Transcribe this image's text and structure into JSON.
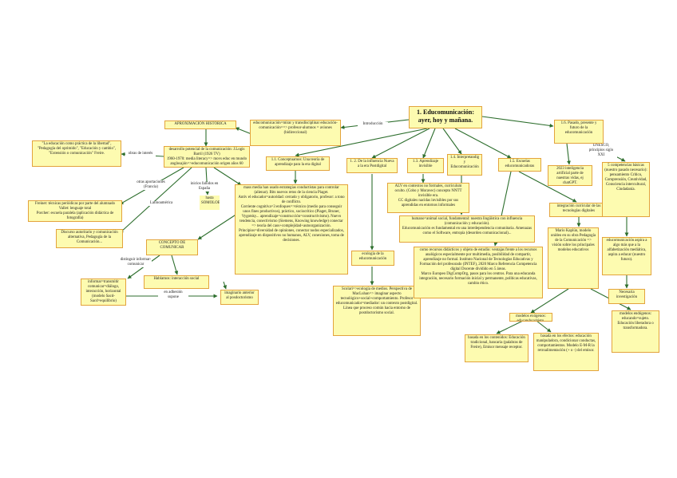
{
  "nodes": {
    "main": "1. Educomunicación: ayer, hoy y mañana.",
    "aprox": "APROXIMACIÓN HISTÓRICA",
    "educom_def": "educomunicación=mirar y transdisciplinar educación-comunicación==> profesor-alumnos = aviones (bidireccional)",
    "hist": "desarrollo potencial de la comunicación: J.Logis Barril (1926 TV)\n1960-1970: media literacy=> movs educ en mundo anglosajón=>educomunicación origen años 60",
    "educacion_critica": "\"La educación como práctica de la libertad\", \"Pedagogía del oprimido\", \"Educación y cambio\", \"Extensión o comunicación\" Freire.",
    "freinet": "Freinet: técnicas periódicas por parte del alumnado\nVallet: lenguaje total\nPorcher: escuela paralela (aplicación didáctica de fotografía)",
    "kaplun": "Discurso autoritario y comunicación alternativa, Pedagogía de la Comunicación...",
    "concepto": "CONCEPTO DE COMUNICAR",
    "informar": "informar=transmitir\ncomunicar=diálogo, interacción, horizontal (modelo Sacd-Sacd=equilibrio)",
    "hablamos": "Hablamos: interacción social",
    "imaginario": "imaginario anterior al posdoctorismo",
    "espana": "hasta SOMOLOE",
    "concept_trans": "1.1. Conceptuamos: Una teoría de aprendizaje para la era digital",
    "transmedia": "mass media han usado estrategias conductistas para controlar (alienar). Bits nuevos retos de la ciencia Piaget.\nAntiv el educador=autoridad: cerrado y obligatorio, profesor: a tono de conflicto.\nCorriente cognitiva=3 enfoques=>técnico (medio para conseguir unos fines productivos), práctico, sociocrítico (Piaget, Bruner, Vygotsky... aprendizaje=construcción=constructivismo). Nuevo tendencia, conectivismo (Siemens, Knowing knowledge) conectar => teoría del caos+complejidad+autoorganización.\nPrincipios=diversidad de opiniones, conectar nodos especializados, aprendizaje en dispositivos no humanos, ALV, conexiones, toma de decisiones.",
    "influencia": "1. 2. De la influencia Nueva a la era Postdigital",
    "ecologia": "ecología de la educomunicación",
    "scolari": "Scolari=>ecología de medios. Perspectiva de MacLuhan=> imaginar aspecto tecnológico+social+comportamiento. Profesor educomunicador=mediador: un contexto postdigital.\nLínea que proceso común hacia entorno de postdoctorismo social.",
    "aprendizaje": "1.3. Aprendizaje invisible",
    "alv": "ALV en contextos no formales, curriculum oculto. (Cobo y Moravec) concepto NNTT invisible era.\nCC digitales nacidas invisibles por sus aprendidas en entornos informales",
    "interp": "1.4. Interpretandig y Educomunicación",
    "humano": "humano=animal social, fundamental: nuestra lingüística con influencia (comunicación y educación).\nEducomunicación es fundamental en una interdependencia comunitaria. Amenazas como el Software, entropía (desorden comunicacional)...",
    "escuelas": "1.5. Escuelas educomunicadoras",
    "recursos": "como recursos didácticos y objeto de estudio: ventajas frente a los recursos analógicos especialmente por multimedia, posibilidad de compartir, aprendizaje no formal. Instituto Nacional de Tecnologías Educativas y Formación del profesorado (INTEF), 2020 Marco Referencia Competencia digital Docente dividido en 5 áreas.\nMarco Europeo DigCompOrg, pasos para los centros. Para una educanda integración, necesario formación inicial y permanente, políticas educativas, cambio ético.",
    "integracion": "integración curricular de las tecnologías digitales",
    "pasado": "1.6. Pasado, presente y futuro de la educomunicación",
    "ia": "2023 inteligencia artificial parte de nuestras vidas, ej chatGPT.",
    "unesco_lbl": "UNESCO, principios siglo XXI",
    "competencias": "5 competencias básicas (nuestro pasado necesario): pensamiento Crítico, Comprensión, Creatividad, Consciencia intercultural, Ciudadanía.",
    "kaplun_modelos": "Mario Kaplún, modelo onídeo en su obra Pedagogía de la Comunicación => visión sobre los principales modelos educativos",
    "educomunicacion_fin": "educomunicación aspira a algo más que a la alfabetización mediática, aspira a educar (nuestro futuro).",
    "necesaria": "Necesaria investigación",
    "modelos_exogenos": "modelos exógenos: educando=objeto.",
    "contenidos": "basada en los contenidos: Educación tradicional, bancaria (palabras de Freire), Emisor mensaje receptor.",
    "efectos": "basada en los efectos: educación manipuladora, condicionar conductas, comportamientos. Modelo E-M-R la retroalimentación (+ o -) del emisor.",
    "endogenos": "modelos endógenos: educando=sujeto. Educación liberadora o transformadora."
  },
  "labels": {
    "introduccion": "Introducción",
    "obras": "obras de interés",
    "otras": "otras aportaciones (Francia)",
    "latinoamerica": "Latinoamérica",
    "inicios": "inicios fallidos en España",
    "distinguir": "distinguir informar-comunicar",
    "adhesion": "en adhesión supone"
  },
  "colors": {
    "fill": "#fdfbb0",
    "border": "#e3a33c",
    "line": "#2d6e2d"
  }
}
